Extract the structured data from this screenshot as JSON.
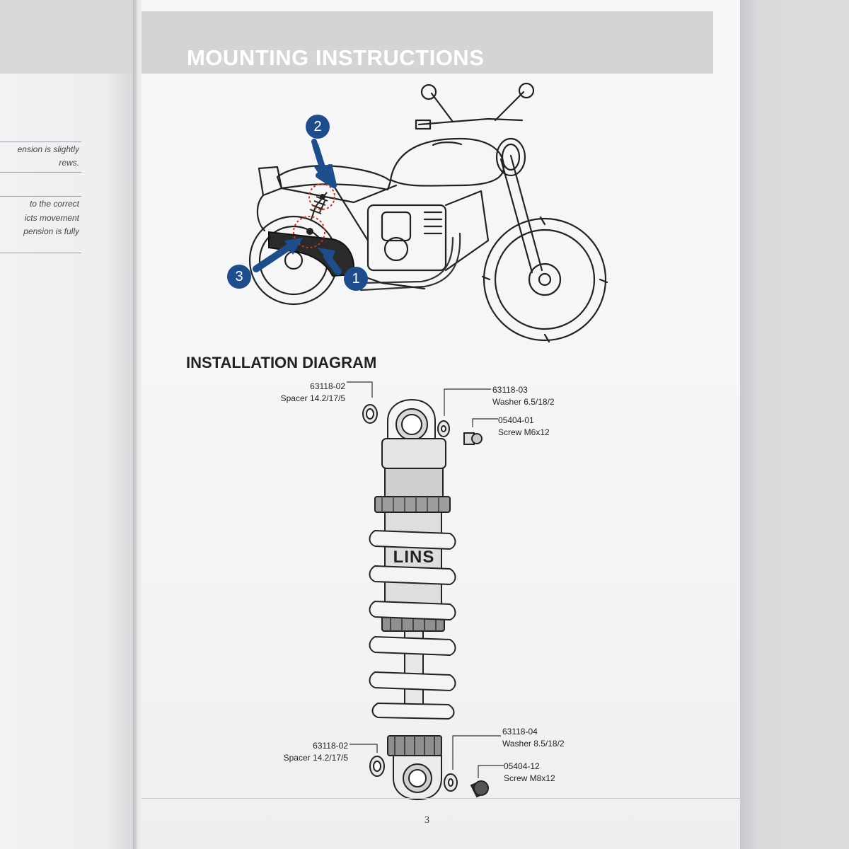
{
  "left_page": {
    "text_lines": [
      "ension is slightly",
      "rews.",
      "to the correct",
      "icts movement",
      "pension is fully"
    ]
  },
  "header": {
    "title": "MOUNTING INSTRUCTIONS"
  },
  "callouts": [
    "2",
    "3",
    "1"
  ],
  "diagram": {
    "title": "INSTALLATION DIAGRAM",
    "parts": [
      {
        "number": "63118-02",
        "name": "Spacer 14.2/17/5"
      },
      {
        "number": "63118-03",
        "name": "Washer 6.5/18/2"
      },
      {
        "number": "05404-01",
        "name": "Screw M6x12"
      },
      {
        "number": "63118-02",
        "name": "Spacer 14.2/17/5"
      },
      {
        "number": "63118-04",
        "name": "Washer 8.5/18/2"
      },
      {
        "number": "05404-12",
        "name": "Screw M8x12"
      }
    ],
    "shock_brand_text": "LINS"
  },
  "page_number": "3",
  "colors": {
    "accent": "#1f4c8a",
    "highlight": "#c0392b",
    "header_bar": "#d3d4d6"
  }
}
